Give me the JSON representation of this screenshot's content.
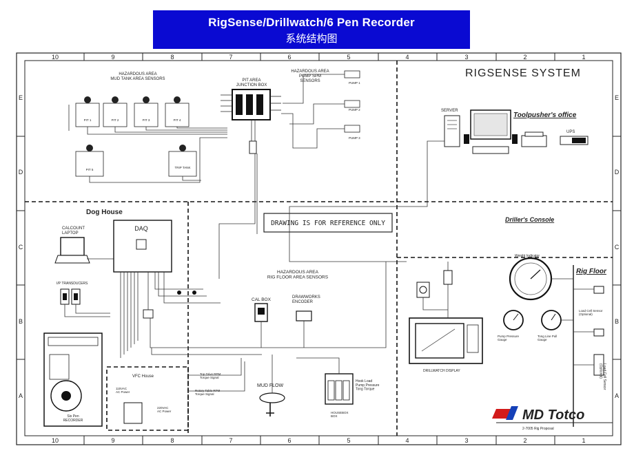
{
  "header": {
    "title": "RigSense/Drillwatch/6 Pen Recorder",
    "subtitle": "系统结构图"
  },
  "frame": {
    "columns": [
      "10",
      "9",
      "8",
      "7",
      "6",
      "5",
      "4",
      "3",
      "2",
      "1"
    ],
    "rows": [
      "E",
      "D",
      "C",
      "B",
      "A"
    ]
  },
  "sections": {
    "system_title": "RIGSENSE SYSTEM",
    "toolpusher_office": "Toolpusher's office",
    "dog_house": "Dog House",
    "drillers_console": "Driller's Console",
    "rig_floor": "Rig Floor",
    "vfc_house": "VFC House",
    "reference_note": "DRAWING IS FOR REFERENCE ONLY"
  },
  "labels": {
    "mud_tank": "HAZARDOUS AREA\nMUD TANK AREA SENSORS",
    "pit_area": "PIT AREA\nJUNCTION BOX",
    "pump_spm": "HAZARDOUS AREA\nPUMP SPM\nSENSORS",
    "rig_floor_sensors": "HAZARDOUS AREA\nRIG FLOOR AREA SENSORS",
    "server": "SERVER",
    "ups": "UPS",
    "daq": "DAQ",
    "laptop": "CALCOUNT\nLAPTOP",
    "transducers": "I/P TRANSDUCERS",
    "six_pen": "Six Pen\nRECORDER",
    "cal_box": "CAL BOX",
    "drawworks": "DRAWWORKS\nENCODER",
    "mud_flow": "MUD FLOW",
    "housebox": "HOUSEBOX\nBOX",
    "hook_load": "Hook Load\nPump Pressure\nTong Torque",
    "drillwatch_display": "DRILLWATCH DISPLAY",
    "weight_indicator": "Weight Indicator",
    "pump_pressure_gauge": "Pump Pressure\nGauge",
    "tong_line_pull_gauge": "Tong Line Pull\nGauge",
    "load_cell_sensor": "Load Cell Sensor\n(Optional)",
    "top_drive": "Top Drive RPM\nTorque Signal",
    "rotary_table": "Rotary Table RPM\nTorque Signal",
    "ac_power_1": "115VAC\nAC Power",
    "ac_power_2": "220VAC\nAC Power",
    "pump_1": "PUMP 1",
    "pump_2": "PUMP 2",
    "pump_3": "PUMP 3",
    "pit_1": "PIT 1",
    "pit_2": "PIT 2",
    "pit_3": "PIT 3",
    "pit_4": "PIT 4",
    "trip_tank": "TRIP TANK",
    "pit_5": "PIT 5"
  },
  "logo": {
    "brand": "MD Totco",
    "subcaption": "2-7005 Rig Proposal"
  },
  "colors": {
    "banner": "#0a0ad2",
    "logo_blue": "#1540b8",
    "logo_red": "#d21a1a"
  }
}
